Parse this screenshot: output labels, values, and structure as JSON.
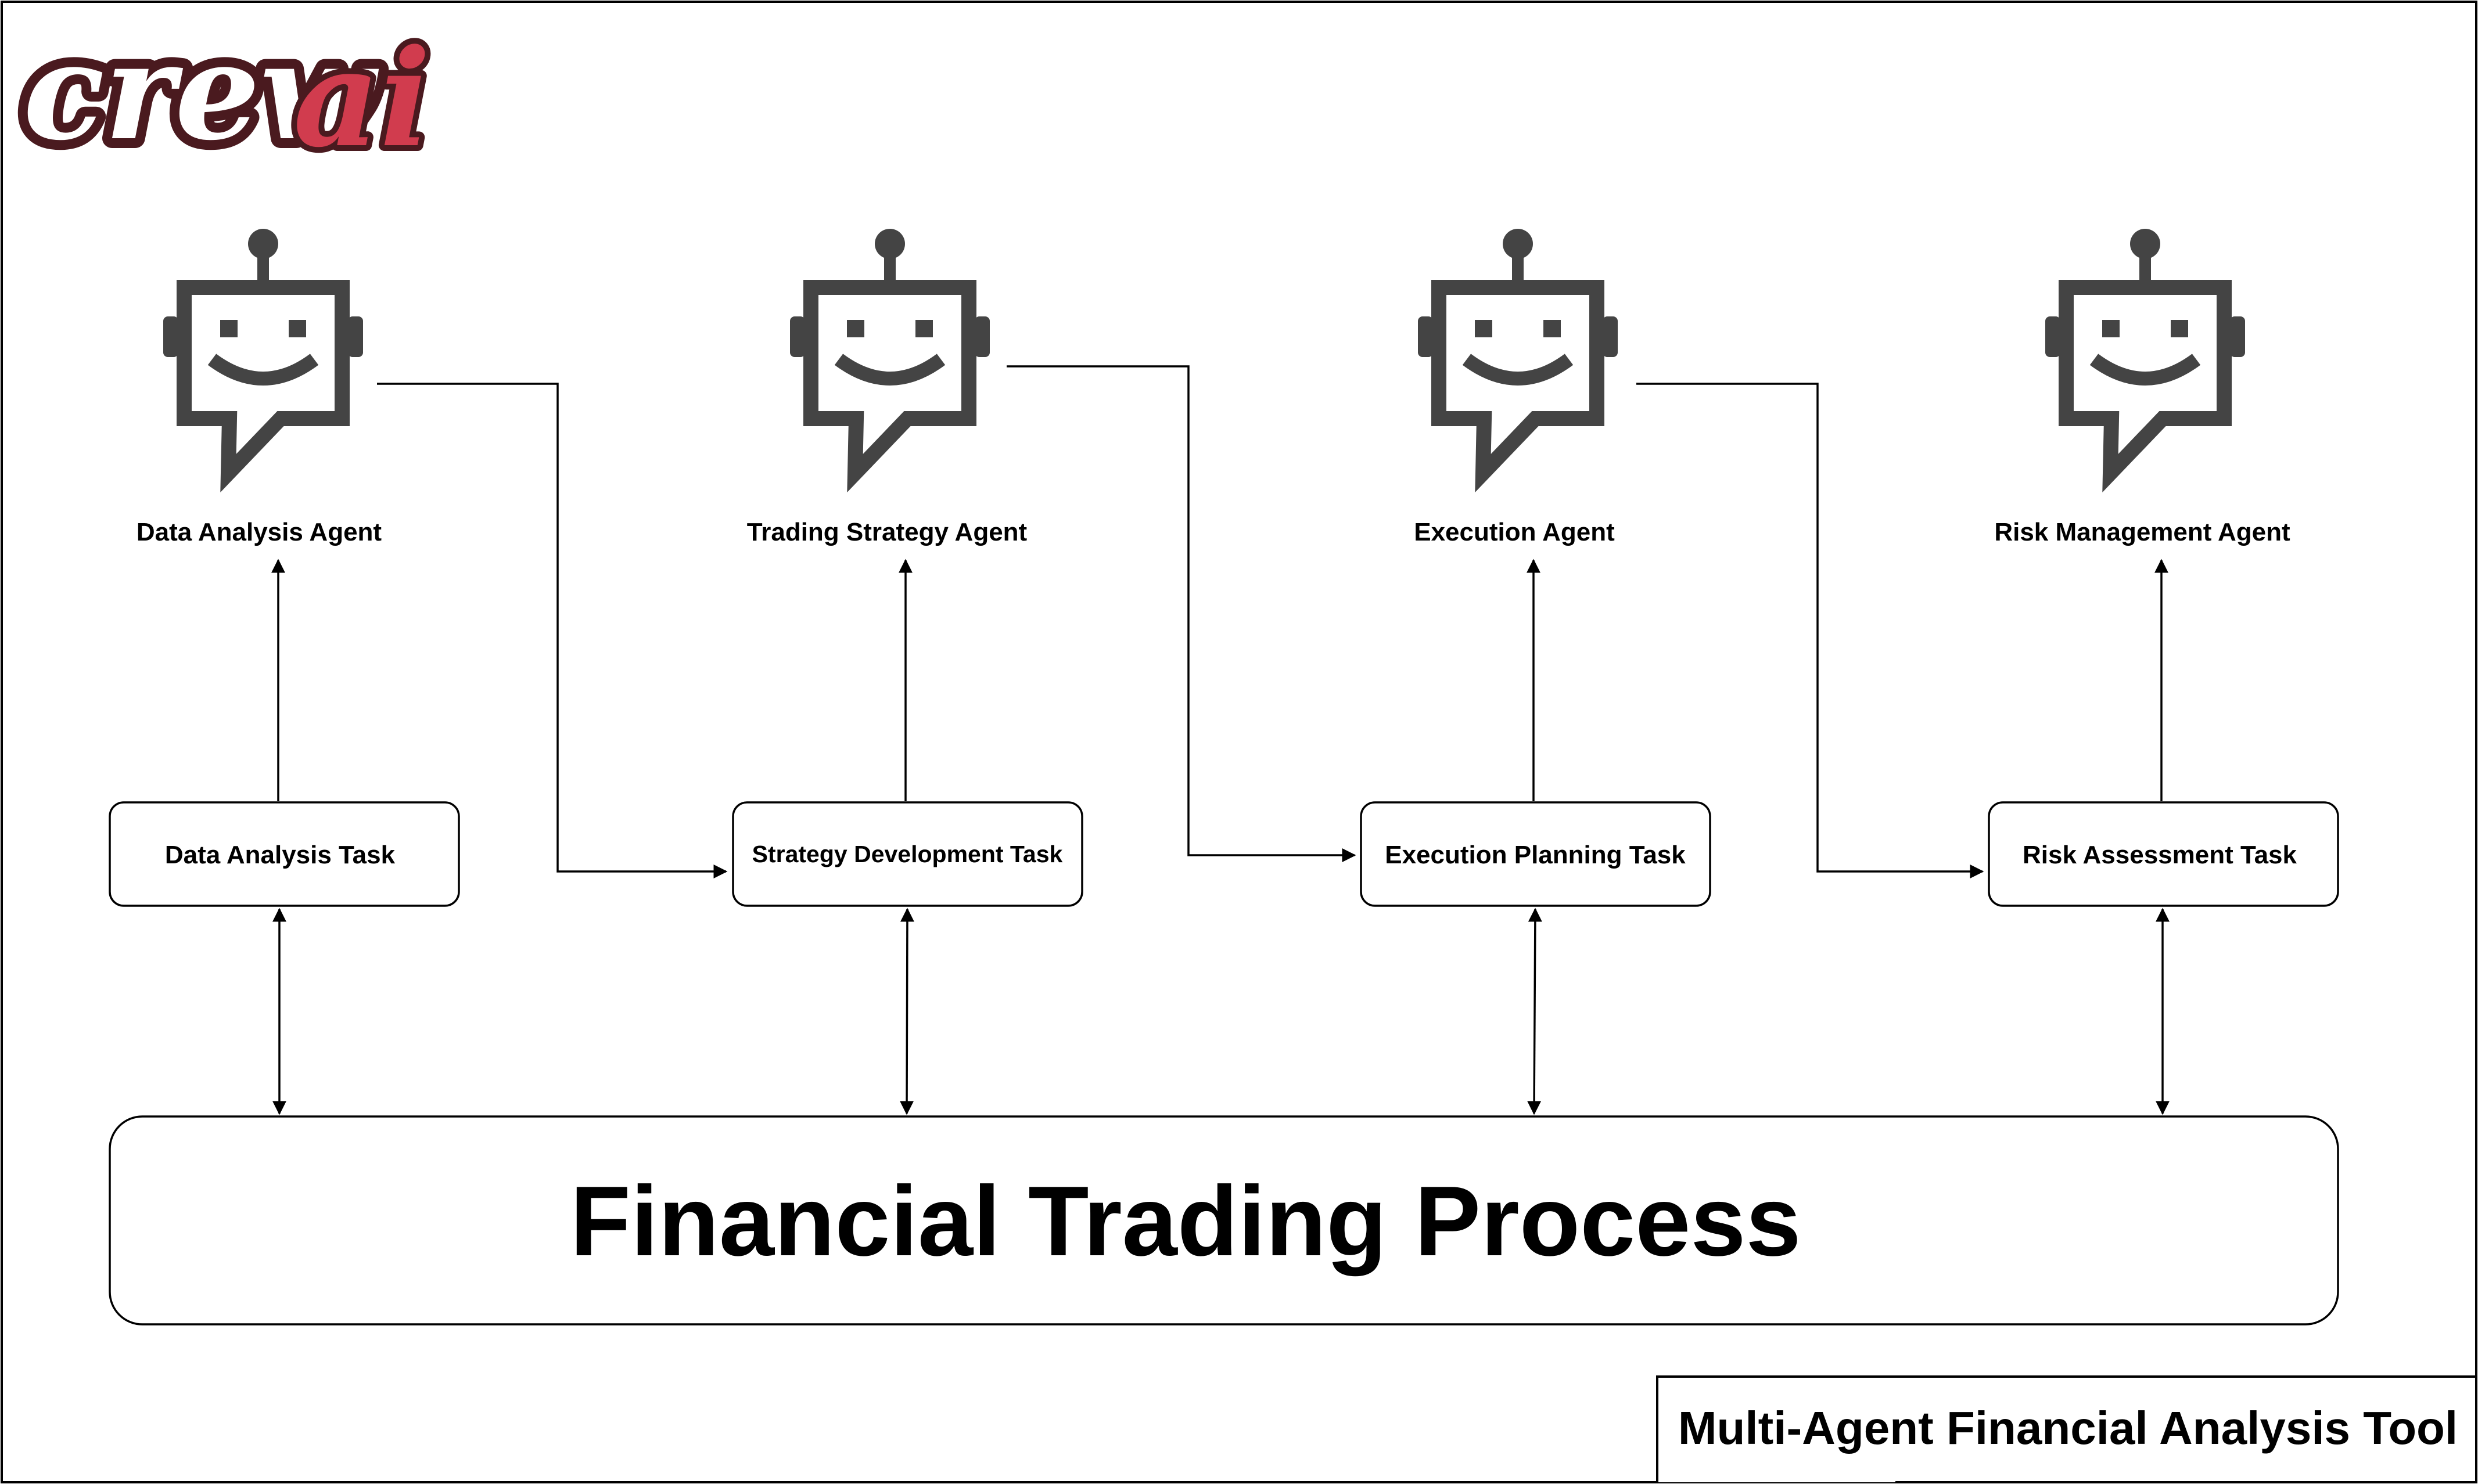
{
  "logo": {
    "crew": "crew",
    "ai": "ai",
    "colors": {
      "dark": "#4a1a1f",
      "accent": "#d13c4e"
    }
  },
  "agents": [
    {
      "label": "Data Analysis Agent",
      "icon": "robot-chat-icon"
    },
    {
      "label": "Trading Strategy Agent",
      "icon": "robot-chat-icon"
    },
    {
      "label": "Execution Agent",
      "icon": "robot-chat-icon"
    },
    {
      "label": "Risk Management Agent",
      "icon": "robot-chat-icon"
    }
  ],
  "tasks": [
    {
      "label": "Data Analysis Task"
    },
    {
      "label": "Strategy Development Task"
    },
    {
      "label": "Execution Planning Task"
    },
    {
      "label": "Risk Assessment Task"
    }
  ],
  "process": {
    "label": "Financial Trading Process"
  },
  "tool": {
    "label": "Multi-Agent Financial Analysis Tool"
  },
  "colors": {
    "icon": "#444444",
    "line": "#000000",
    "box_fill": "#ffffff"
  }
}
